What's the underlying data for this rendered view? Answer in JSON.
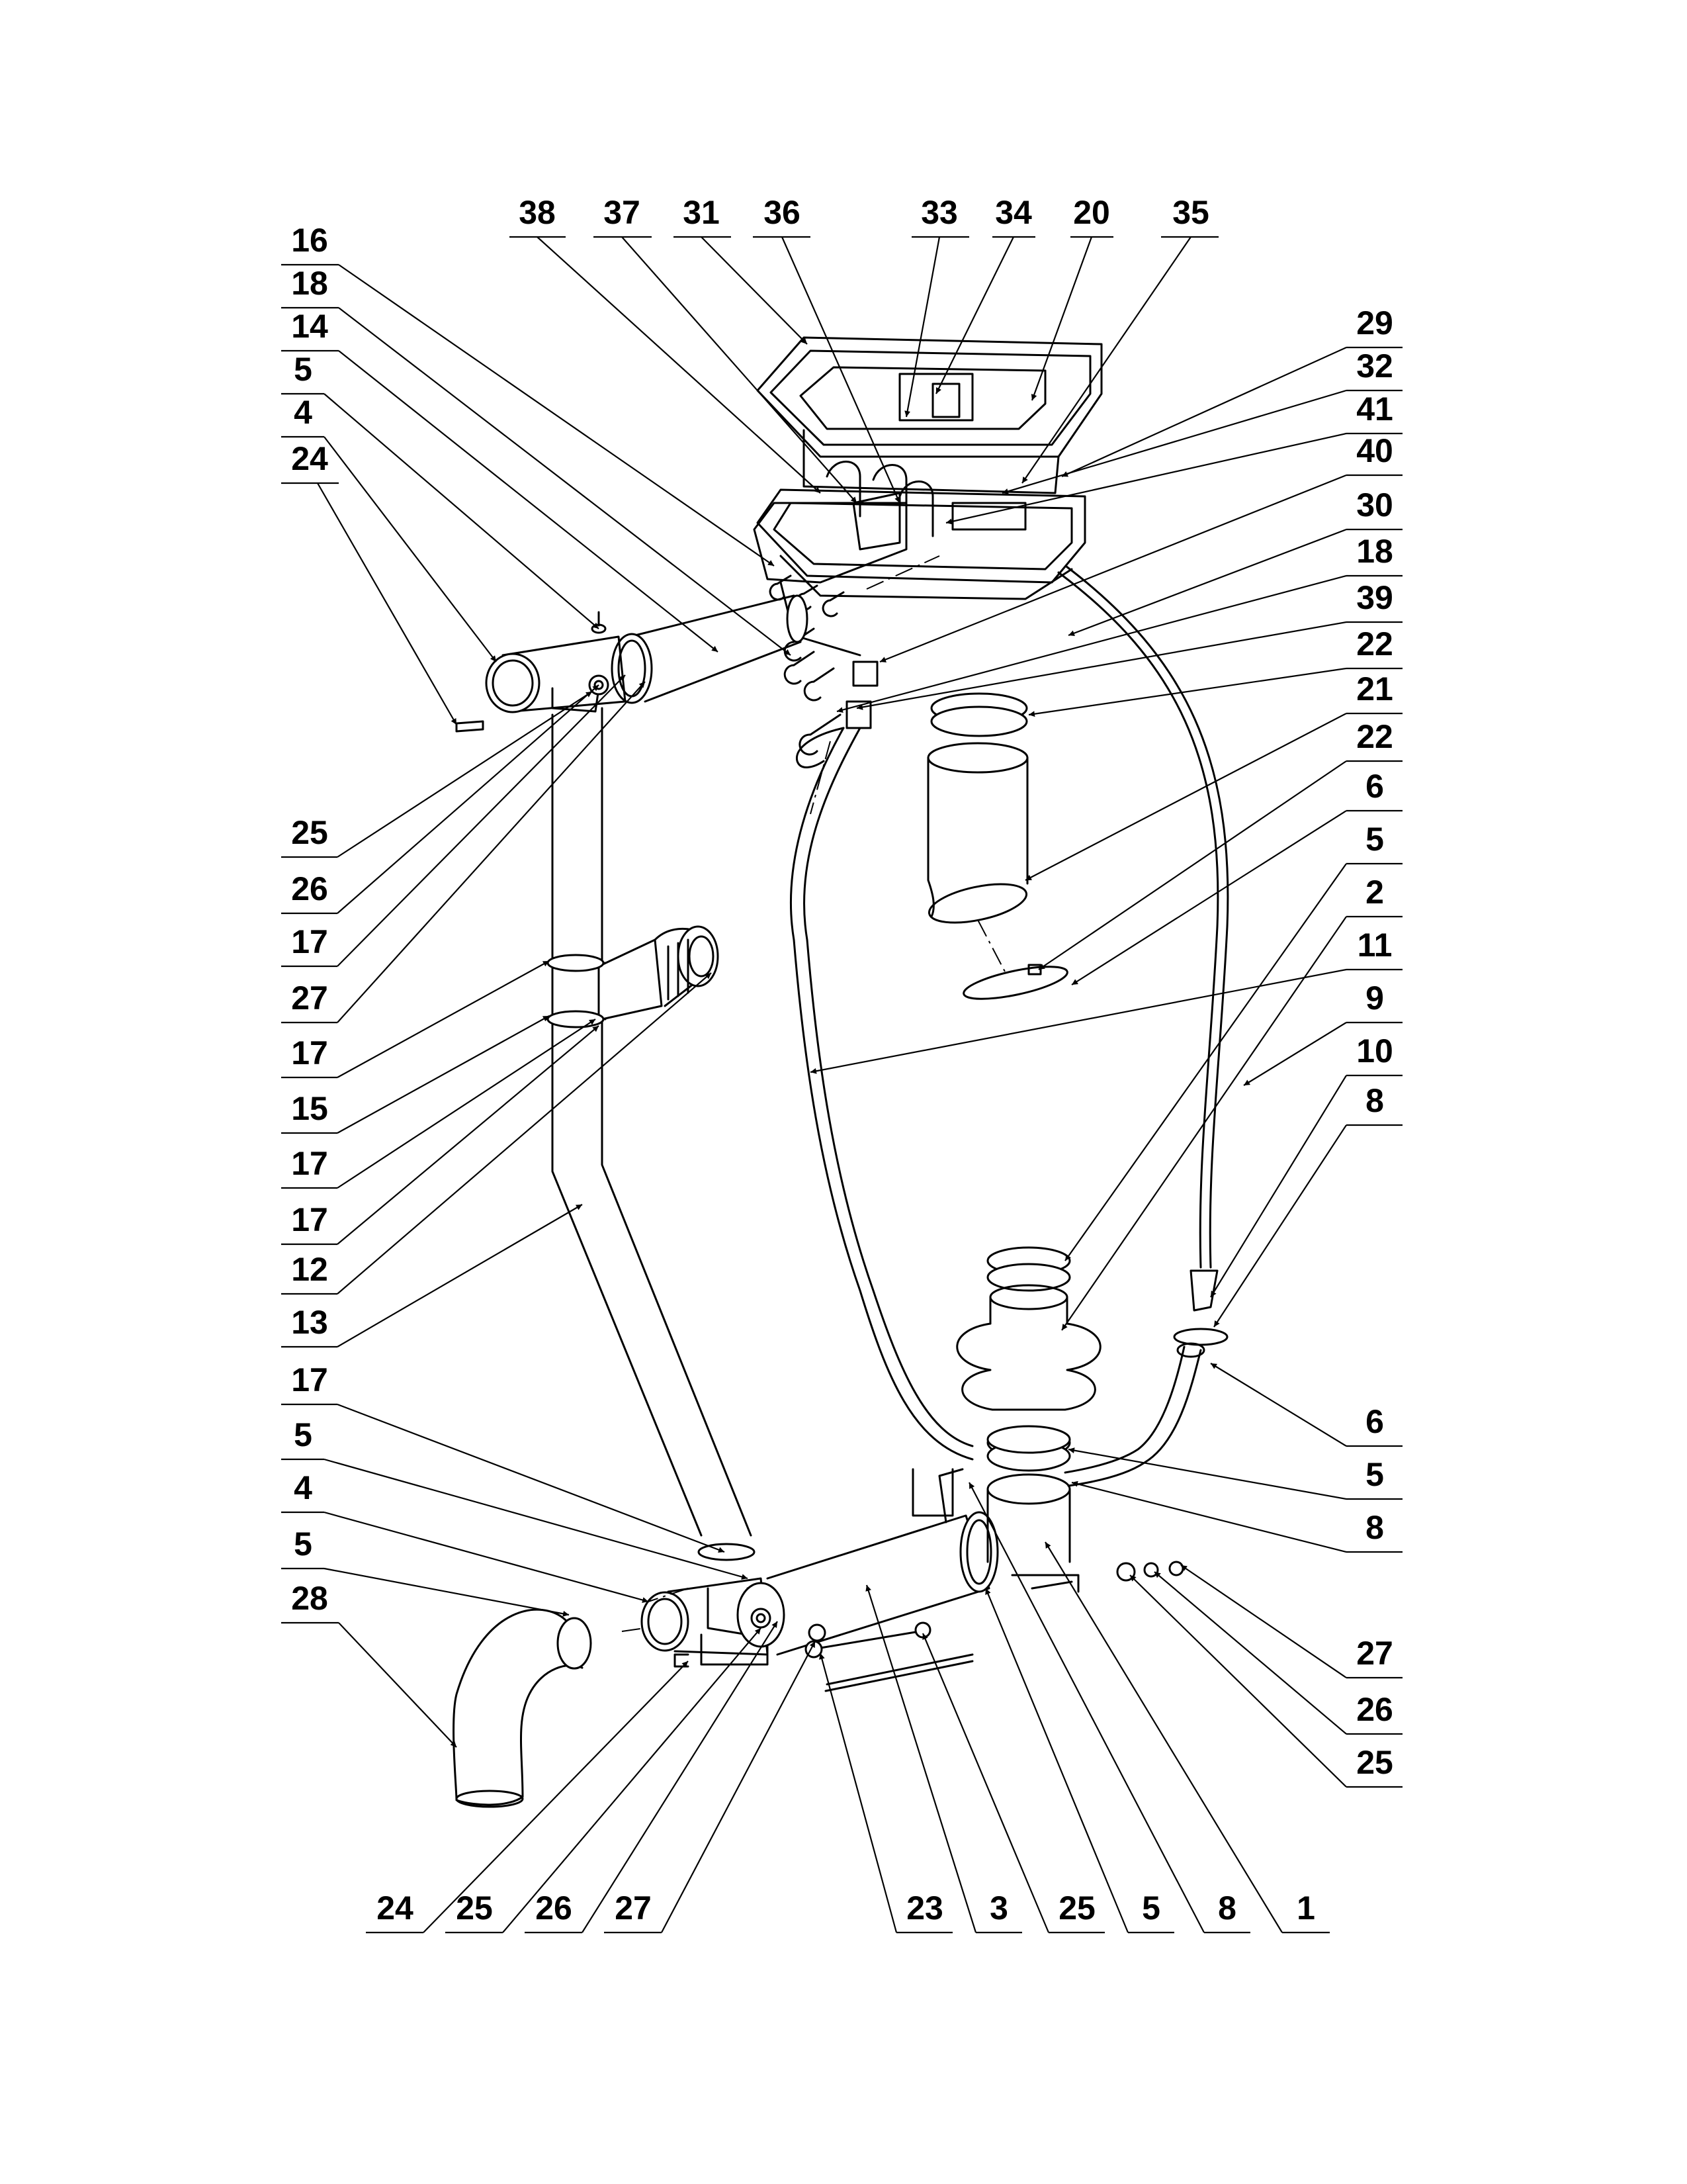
{
  "callouts": [
    {
      "id": "c38",
      "label": "38"
    },
    {
      "id": "c37",
      "label": "37"
    },
    {
      "id": "c31",
      "label": "31"
    },
    {
      "id": "c36",
      "label": "36"
    },
    {
      "id": "c33",
      "label": "33"
    },
    {
      "id": "c34",
      "label": "34"
    },
    {
      "id": "c20",
      "label": "20"
    },
    {
      "id": "c35",
      "label": "35"
    },
    {
      "id": "c16",
      "label": "16"
    },
    {
      "id": "c18a",
      "label": "18"
    },
    {
      "id": "c14",
      "label": "14"
    },
    {
      "id": "c5a",
      "label": "5"
    },
    {
      "id": "c4a",
      "label": "4"
    },
    {
      "id": "c24a",
      "label": "24"
    },
    {
      "id": "c25a",
      "label": "25"
    },
    {
      "id": "c26a",
      "label": "26"
    },
    {
      "id": "c17a",
      "label": "17"
    },
    {
      "id": "c27a",
      "label": "27"
    },
    {
      "id": "c17b",
      "label": "17"
    },
    {
      "id": "c15",
      "label": "15"
    },
    {
      "id": "c17c",
      "label": "17"
    },
    {
      "id": "c17d",
      "label": "17"
    },
    {
      "id": "c12",
      "label": "12"
    },
    {
      "id": "c13",
      "label": "13"
    },
    {
      "id": "c17e",
      "label": "17"
    },
    {
      "id": "c5b",
      "label": "5"
    },
    {
      "id": "c4b",
      "label": "4"
    },
    {
      "id": "c5c",
      "label": "5"
    },
    {
      "id": "c28",
      "label": "28"
    },
    {
      "id": "c29",
      "label": "29"
    },
    {
      "id": "c32",
      "label": "32"
    },
    {
      "id": "c41",
      "label": "41"
    },
    {
      "id": "c40",
      "label": "40"
    },
    {
      "id": "c30",
      "label": "30"
    },
    {
      "id": "c18b",
      "label": "18"
    },
    {
      "id": "c39",
      "label": "39"
    },
    {
      "id": "c22a",
      "label": "22"
    },
    {
      "id": "c21",
      "label": "21"
    },
    {
      "id": "c22b",
      "label": "22"
    },
    {
      "id": "c6a",
      "label": "6"
    },
    {
      "id": "c5d",
      "label": "5"
    },
    {
      "id": "c2",
      "label": "2"
    },
    {
      "id": "c11",
      "label": "11"
    },
    {
      "id": "c9",
      "label": "9"
    },
    {
      "id": "c10",
      "label": "10"
    },
    {
      "id": "c8a",
      "label": "8"
    },
    {
      "id": "c6b",
      "label": "6"
    },
    {
      "id": "c5e",
      "label": "5"
    },
    {
      "id": "c8b",
      "label": "8"
    },
    {
      "id": "c27b",
      "label": "27"
    },
    {
      "id": "c26b",
      "label": "26"
    },
    {
      "id": "c25b",
      "label": "25"
    },
    {
      "id": "c24b",
      "label": "24"
    },
    {
      "id": "c25c",
      "label": "25"
    },
    {
      "id": "c26c",
      "label": "26"
    },
    {
      "id": "c27c",
      "label": "27"
    },
    {
      "id": "c23",
      "label": "23"
    },
    {
      "id": "c3",
      "label": "3"
    },
    {
      "id": "c25d",
      "label": "25"
    },
    {
      "id": "c5f",
      "label": "5"
    },
    {
      "id": "c8c",
      "label": "8"
    },
    {
      "id": "c1",
      "label": "1"
    }
  ]
}
